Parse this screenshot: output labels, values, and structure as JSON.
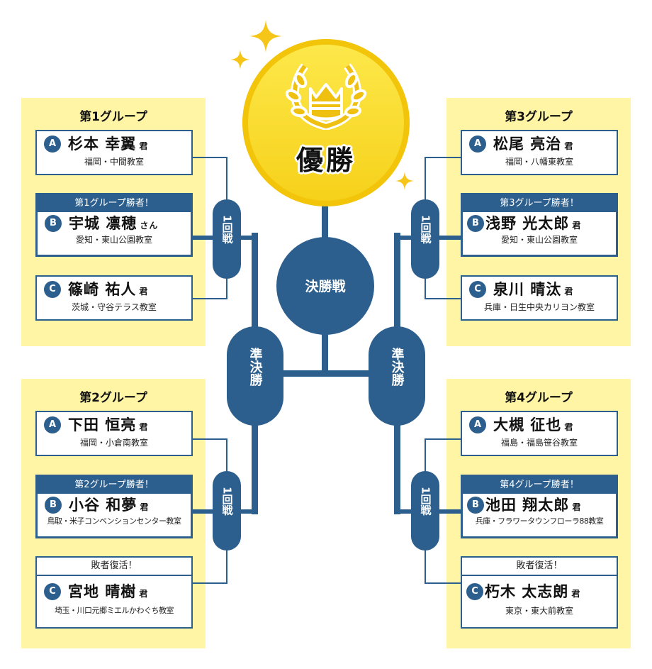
{
  "champion": {
    "label": "優勝",
    "icon": "crown-laurel-icon",
    "color": "#f8d21a"
  },
  "final": {
    "label": "決勝戦"
  },
  "semifinal": {
    "left_label": "準決勝",
    "right_label": "準決勝"
  },
  "first_round": {
    "label": "1回戦"
  },
  "colors": {
    "navy": "#2c5f8d",
    "panel": "#fff5a5",
    "gold": "#f8d21a",
    "sparkle": "#f5c518"
  },
  "groups": [
    {
      "title": "第1グループ",
      "players": [
        {
          "badge": "A",
          "name": "杉本 幸翼",
          "honorific": "君",
          "school": "福岡・中間教室",
          "header": ""
        },
        {
          "badge": "B",
          "name": "宇城 凛穂",
          "honorific": "さん",
          "school": "愛知・東山公園教室",
          "header": "第1グループ勝者！"
        },
        {
          "badge": "C",
          "name": "篠崎 祐人",
          "honorific": "君",
          "school": "茨城・守谷テラス教室",
          "header": ""
        }
      ]
    },
    {
      "title": "第2グループ",
      "players": [
        {
          "badge": "A",
          "name": "下田 恒亮",
          "honorific": "君",
          "school": "福岡・小倉南教室",
          "header": ""
        },
        {
          "badge": "B",
          "name": "小谷 和夢",
          "honorific": "君",
          "school": "鳥取・米子コンベンションセンター教室",
          "header": "第2グループ勝者！"
        },
        {
          "badge": "C",
          "name": "宮地 晴樹",
          "honorific": "君",
          "school": "埼玉・川口元郷ミエルかわぐち教室",
          "header": "敗者復活！"
        }
      ]
    },
    {
      "title": "第3グループ",
      "players": [
        {
          "badge": "A",
          "name": "松尾 亮治",
          "honorific": "君",
          "school": "福岡・八幡東教室",
          "header": ""
        },
        {
          "badge": "B",
          "name": "浅野 光太郎",
          "honorific": "君",
          "school": "愛知・東山公園教室",
          "header": "第3グループ勝者！"
        },
        {
          "badge": "C",
          "name": "泉川 晴汰",
          "honorific": "君",
          "school": "兵庫・日生中央カリヨン教室",
          "header": ""
        }
      ]
    },
    {
      "title": "第4グループ",
      "players": [
        {
          "badge": "A",
          "name": "大槻 征也",
          "honorific": "君",
          "school": "福島・福島笹谷教室",
          "header": ""
        },
        {
          "badge": "B",
          "name": "池田 翔太郎",
          "honorific": "君",
          "school": "兵庫・フラワータウンフローラ88教室",
          "header": "第4グループ勝者！"
        },
        {
          "badge": "C",
          "name": "朽木 太志朗",
          "honorific": "君",
          "school": "東京・東大前教室",
          "header": "敗者復活！"
        }
      ]
    }
  ]
}
